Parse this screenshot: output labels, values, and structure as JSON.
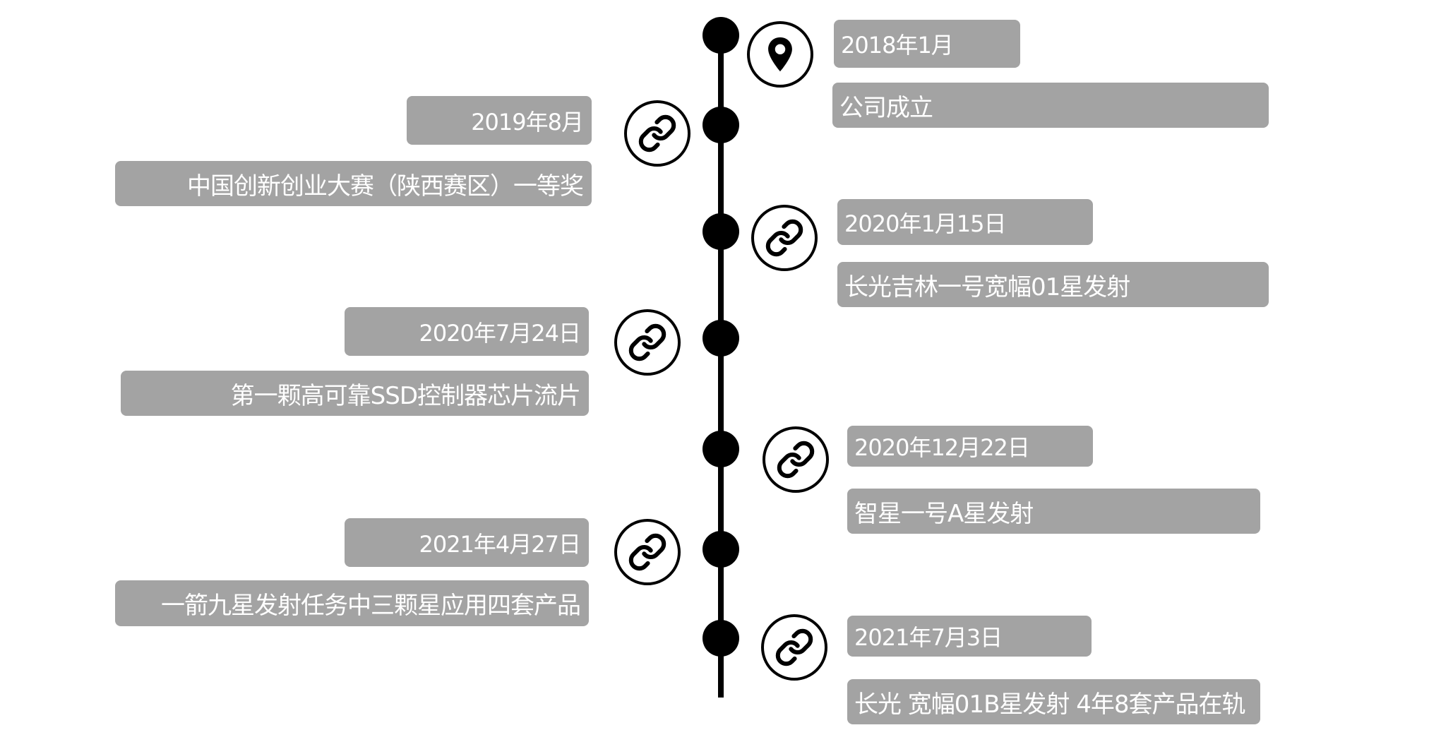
{
  "timeline": {
    "events": [
      {
        "date": "2018年1月",
        "title": "公司成立",
        "icon": "location-pin-icon"
      },
      {
        "date": "2019年8月",
        "title": "中国创新创业大赛（陕西赛区）一等奖",
        "icon": "link-icon"
      },
      {
        "date": "2020年1月15日",
        "title": "长光吉林一号宽幅01星发射",
        "icon": "link-icon"
      },
      {
        "date": "2020年7月24日",
        "title": "第一颗高可靠SSD控制器芯片流片",
        "icon": "link-icon"
      },
      {
        "date": "2020年12月22日",
        "title": "智星一号A星发射",
        "icon": "link-icon"
      },
      {
        "date": "2021年4月27日",
        "title": "一箭九星发射任务中三颗星应用四套产品",
        "icon": "link-icon"
      },
      {
        "date": "2021年7月3日",
        "title": "长光 宽幅01B星发射 4年8套产品在轨",
        "icon": "link-icon"
      }
    ]
  }
}
